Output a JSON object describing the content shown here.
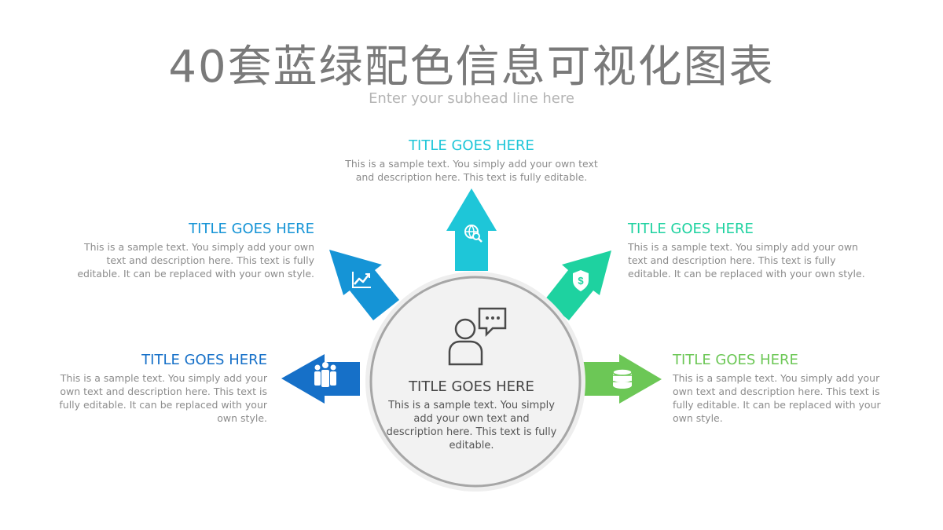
{
  "header": {
    "title": "40套蓝绿配色信息可视化图表",
    "subhead": "Enter your subhead line here"
  },
  "center": {
    "icon": "person-chat-icon",
    "title": "TITLE GOES HERE",
    "body": "This is a sample text. You simply add your own text and description here. This text is fully editable."
  },
  "items": [
    {
      "title": "TITLE GOES HERE",
      "body": "This is a sample text. You simply add your own text and description here. This text is fully editable.",
      "color": "#1ec6d8",
      "icon": "globe-search-icon"
    },
    {
      "title": "TITLE GOES HERE",
      "body": "This is a sample text. You simply add your own text and description here. This text is fully editable. It can be replaced with your own style.",
      "color": "#1594d6",
      "icon": "trend-chart-icon"
    },
    {
      "title": "TITLE GOES HERE",
      "body": "This is a sample text. You simply add your own text and description here. This text is fully editable. It can be replaced with your own style.",
      "color": "#1ed2a0",
      "icon": "dollar-shield-icon"
    },
    {
      "title": "TITLE GOES HERE",
      "body": "This is a sample text. You simply add your own text and description here. This text is fully editable. It can be replaced with your own style.",
      "color": "#1670c8",
      "icon": "people-group-icon"
    },
    {
      "title": "TITLE GOES HERE",
      "body": "This is a sample text. You simply add your own text and description here. This text is fully editable. It can be replaced with your own style.",
      "color": "#6cc756",
      "icon": "coin-stack-icon"
    }
  ]
}
